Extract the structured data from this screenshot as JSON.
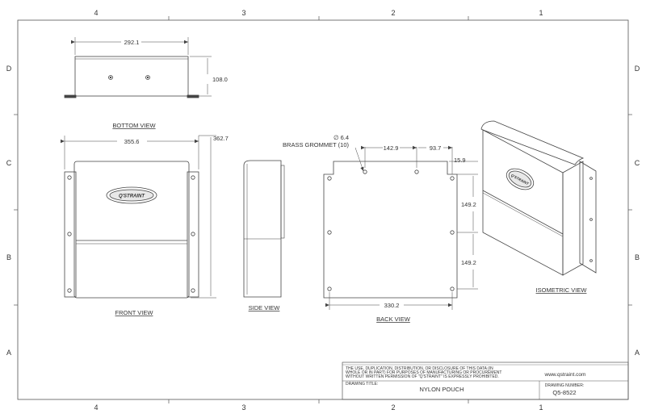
{
  "zones": {
    "columns": [
      "4",
      "3",
      "2",
      "1"
    ],
    "rows": [
      "D",
      "C",
      "B",
      "A"
    ]
  },
  "views": {
    "bottom": "BOTTOM VIEW",
    "front": "FRONT VIEW",
    "side": "SIDE VIEW",
    "back": "BACK VIEW",
    "isometric": "ISOMETRIC VIEW"
  },
  "dimensions": {
    "bottom_width": "292.1",
    "bottom_height": "108.0",
    "front_width": "355.6",
    "front_height": "362.7",
    "grommet_dia": "∅ 6.4",
    "grommet_note": "BRASS GROMMET (10)",
    "back_spacing_a": "142.9",
    "back_spacing_b": "93.7",
    "back_top": "15.9",
    "back_vert_a": "149.2",
    "back_vert_b": "149.2",
    "back_width": "330.2"
  },
  "logo_text": "Q'STRAINT",
  "title_block": {
    "notice_line1": "THE USE, DUPLICATION, DISTRIBUTION, OR DISCLOSURE OF THIS DATA (IN",
    "notice_line2": "WHOLE OR IN PART) FOR PURPOSES OF MANUFACTURING OR PROCUREMENT",
    "notice_line3": "WITHOUT WRITTEN PERMISSION OF \"Q'STRAINT\" IS EXPRESSLY PROHIBITED.",
    "website": "www.qstraint.com",
    "title_label": "DRAWING TITLE:",
    "title": "NYLON POUCH",
    "number_label": "DRAWING NUMBER:",
    "number": "Q5-8522"
  }
}
